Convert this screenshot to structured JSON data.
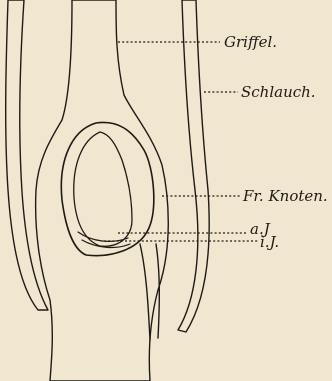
{
  "figure": {
    "paper_color": "#f1e6cf",
    "ink_color": "#1e1b16",
    "labels": {
      "griffel": "Griffel.",
      "schlauch": "Schlauch.",
      "fr_knoten": "Fr. Knoten.",
      "a_j": "a.J",
      "i_j": "i.J."
    }
  }
}
